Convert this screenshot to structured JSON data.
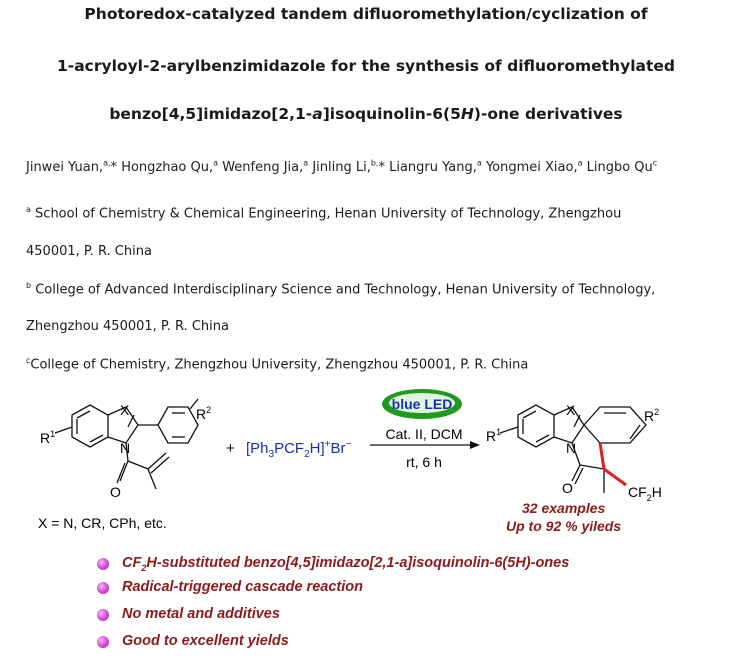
{
  "paper": {
    "title_line1": "Photoredox-catalyzed tandem difluoromethylation/cyclization  of",
    "title_line2": "1-acryloyl-2-arylbenzimidazole  for the synthesis of difluoromethylated",
    "title_line3_pre": "benzo[4,5]imidazo[2,1-",
    "title_line3_a": "a",
    "title_line3_mid": "]isoquinolin-6(5",
    "title_line3_h": "H",
    "title_line3_post": ")-one  derivatives",
    "authors": [
      {
        "name": "Jinwei Yuan,",
        "sup": "a,",
        "mark": "*"
      },
      {
        "name": "Hongzhao Qu,",
        "sup": "a",
        "mark": ""
      },
      {
        "name": "Wenfeng Jia,",
        "sup": "a",
        "mark": ""
      },
      {
        "name": "Jinling Li,",
        "sup": "b,",
        "mark": "*"
      },
      {
        "name": "Liangru Yang,",
        "sup": "a",
        "mark": ""
      },
      {
        "name": "Yongmei Xiao,",
        "sup": "a",
        "mark": ""
      },
      {
        "name": "Lingbo Qu",
        "sup": "c",
        "mark": ""
      }
    ],
    "affiliations": {
      "a_mark": "a",
      "a_line1": "School  of  Chemistry  &  Chemical  Engineering,  Henan  University  of  Technology,  Zhengzhou",
      "a_line2": "450001, P. R. China",
      "b_mark": "b",
      "b_line1": "College of Advanced Interdisciplinary Science and Technology, Henan University of Technology,",
      "b_line2": "Zhengzhou 450001, P. R. China",
      "c_mark": "c",
      "c_line1": "College of Chemistry, Zhengzhou University, Zhengzhou 450001, P. R. China"
    }
  },
  "scheme": {
    "led_label": "blue LED",
    "conditions_line1": "Cat. II, DCM",
    "conditions_line2": "rt, 6 h",
    "plus": "+",
    "reagent": "[Ph3PCF2H]+Br−",
    "substituent_r1": "R1",
    "substituent_r2": "R2",
    "atom_x": "X",
    "atom_n": "N",
    "atom_o": "O",
    "group_cf2h": "CF2H",
    "x_definition": "X = N, CR, CPh, etc.",
    "examples": "32 examples",
    "yields": "Up to 92 % yileds",
    "colors": {
      "led_fill": "#1f9a1f",
      "led_text": "#1a2fb0",
      "reagent": "#1a2fb0",
      "highlight": "#8b1a1a",
      "new_bond": "#e02020"
    }
  },
  "highlights": [
    {
      "icon": "bullet-dot-icon",
      "text_pre": "CF",
      "text_sub": "2",
      "text_post": "H-substituted benzo[4,5]imidazo[2,1-a]isoquinolin-6(5H)-ones"
    },
    {
      "icon": "bullet-dot-icon",
      "text_pre": "Radical-triggered cascade reaction",
      "text_sub": "",
      "text_post": ""
    },
    {
      "icon": "bullet-dot-icon",
      "text_pre": "No metal and additives",
      "text_sub": "",
      "text_post": ""
    },
    {
      "icon": "bullet-dot-icon",
      "text_pre": "Good to excellent yields",
      "text_sub": "",
      "text_post": ""
    }
  ]
}
